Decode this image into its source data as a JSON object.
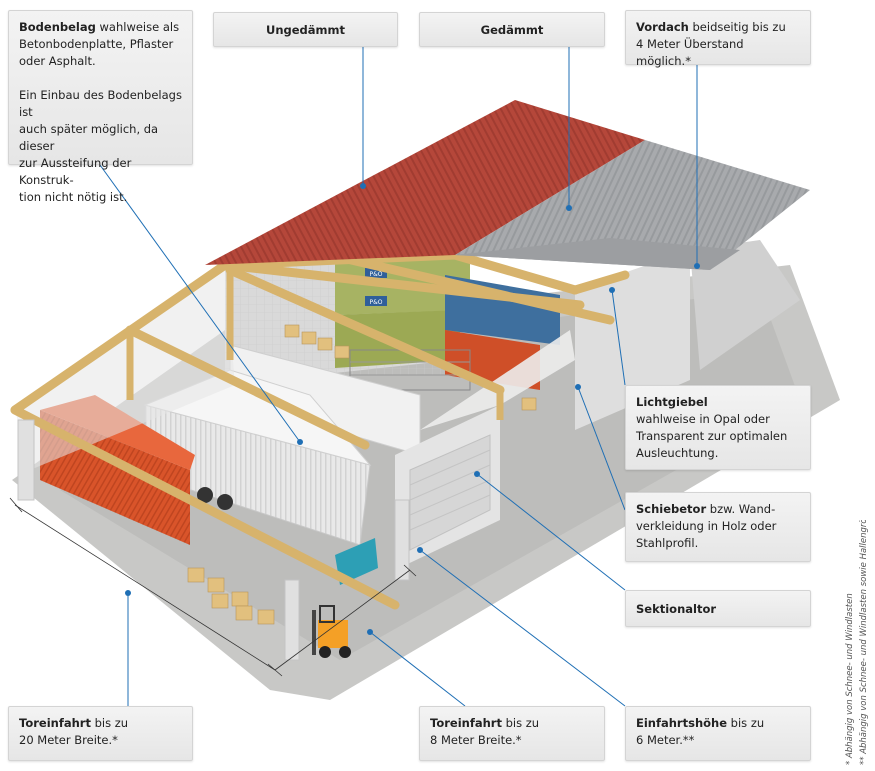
{
  "labels": {
    "bodenbelag": {
      "title": "Bodenbelag",
      "line1_rest": " wahlweise als",
      "line2": "Betonbodenplatte, Pflaster",
      "line3": "oder Asphalt.",
      "para2_1": "Ein Einbau des Bodenbelags ist",
      "para2_2": "auch später möglich, da dieser",
      "para2_3": "zur Aussteifung der Konstruk-",
      "para2_4": "tion nicht nötig ist."
    },
    "ungedaemmt": "Ungedämmt",
    "gedaemmt": "Gedämmt",
    "vordach": {
      "title": "Vordach",
      "line1_rest": " beidseitig bis zu",
      "line2": "4 Meter Überstand möglich.*"
    },
    "lichtgiebel": {
      "title": "Lichtgiebel",
      "line2": "wahlweise in Opal oder",
      "line3": "Transparent zur optimalen",
      "line4": "Ausleuchtung."
    },
    "schiebetor": {
      "title": "Schiebetor",
      "line1_rest": " bzw. Wand-",
      "line2": "verkleidung in Holz oder",
      "line3": "Stahlprofil."
    },
    "sektionaltor": "Sektionaltor",
    "toreinfahrt20": {
      "title": "Toreinfahrt",
      "line1_rest": " bis zu",
      "line2": "20 Meter Breite.*"
    },
    "toreinfahrt8": {
      "title": "Toreinfahrt",
      "line1_rest": " bis zu",
      "line2": "8 Meter Breite.*"
    },
    "einfahrtshoehe": {
      "title": "Einfahrtshöhe",
      "line1_rest": " bis zu",
      "line2": "6 Meter.**"
    }
  },
  "footnotes": {
    "note1": "* Abhängig von Schnee- und Windlasten",
    "note2": "** Abhängig von Schnee- und Windlasten sowie Hallengröße"
  },
  "container_text": {
    "brand": "P&O"
  },
  "colors": {
    "roof_red": "#b5473a",
    "roof_grey": "#a5a7aa",
    "timber": "#e2c07e",
    "container_orange": "#d9542a",
    "container_green": "#a7b363",
    "container_blue": "#3e6f9e",
    "leader_line": "#1f6fb5",
    "floor": "#c5c5c3"
  }
}
